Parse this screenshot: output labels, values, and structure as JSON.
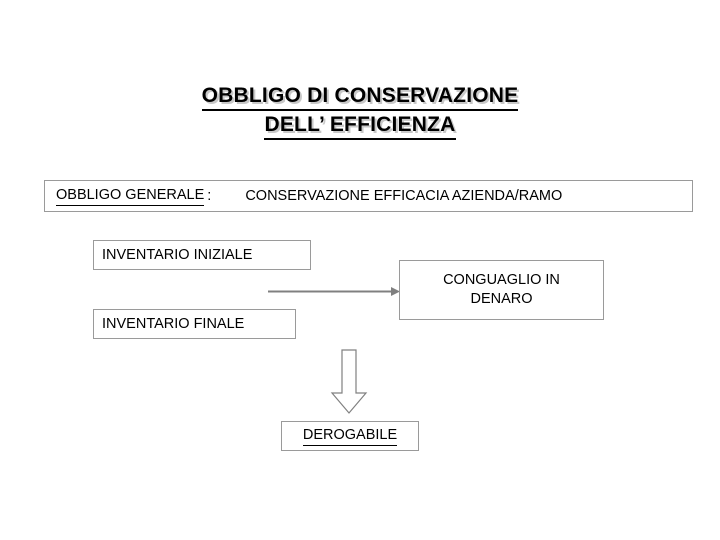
{
  "slide": {
    "title": {
      "line1": "OBBLIGO DI CONSERVAZIONE",
      "line2": "DELL’ EFFICIENZA"
    },
    "boxes": {
      "obbligo_generale": {
        "label_left": "OBBLIGO GENERALE",
        "colon": ":",
        "label_right": "CONSERVAZIONE EFFICACIA AZIENDA/RAMO"
      },
      "inventario_iniziale": {
        "label": "INVENTARIO INIZIALE"
      },
      "inventario_finale": {
        "label": "INVENTARIO FINALE"
      },
      "conguaglio": {
        "line1": "CONGUAGLIO IN",
        "line2": "DENARO"
      },
      "derogabile": {
        "label": "DEROGABILE"
      }
    },
    "connectors": {
      "horizontal_arrow": "right-arrow-connector",
      "down_arrow": "down-block-arrow"
    },
    "colors": {
      "text": "#000000",
      "box_border": "#9a9a9a",
      "arrow": "#808080",
      "title_shadow": "#c8c8c8",
      "background": "#ffffff"
    }
  }
}
